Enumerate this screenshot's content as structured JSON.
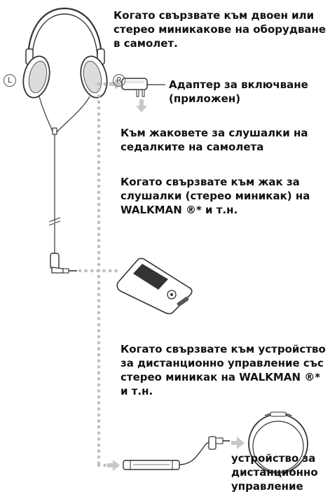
{
  "labels": {
    "left": "L",
    "right": "R"
  },
  "text": {
    "intro": "Когато свързвате към двоен или стерео миникакове на оборудване в самолет.",
    "adapter": "Адаптер за включване (приложен)",
    "seat_jacks": "Към жаковете за слушалки на седалките на самолета",
    "walkman": "Когато свързвате към жак за слушалки (стерео миникак) на WALKMAN ®* и т.н.",
    "remote_intro": "Когато свързвате към устройство за дистанционно управление със стерео миникак на WALKMAN ®* и т.н.",
    "remote_label": "устройство за дистанционно управление"
  },
  "colors": {
    "text": "#111111",
    "line": "#444444",
    "dots": "#bdbdbd",
    "arrow": "#c8c8c8"
  }
}
